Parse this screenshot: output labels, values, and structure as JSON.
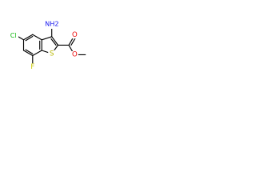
{
  "molecule": {
    "colors": {
      "bond": "#000000",
      "F": "#c9c900",
      "Cl": "#11b811",
      "S": "#b7b700",
      "N": "#1111ee",
      "O": "#ee1111"
    },
    "atoms": {
      "fluorine": "F",
      "chlorine": "Cl",
      "sulfur": "S",
      "amino": "NH2",
      "carbonyl_oxygen": "O",
      "ester_oxygen": "O"
    }
  }
}
